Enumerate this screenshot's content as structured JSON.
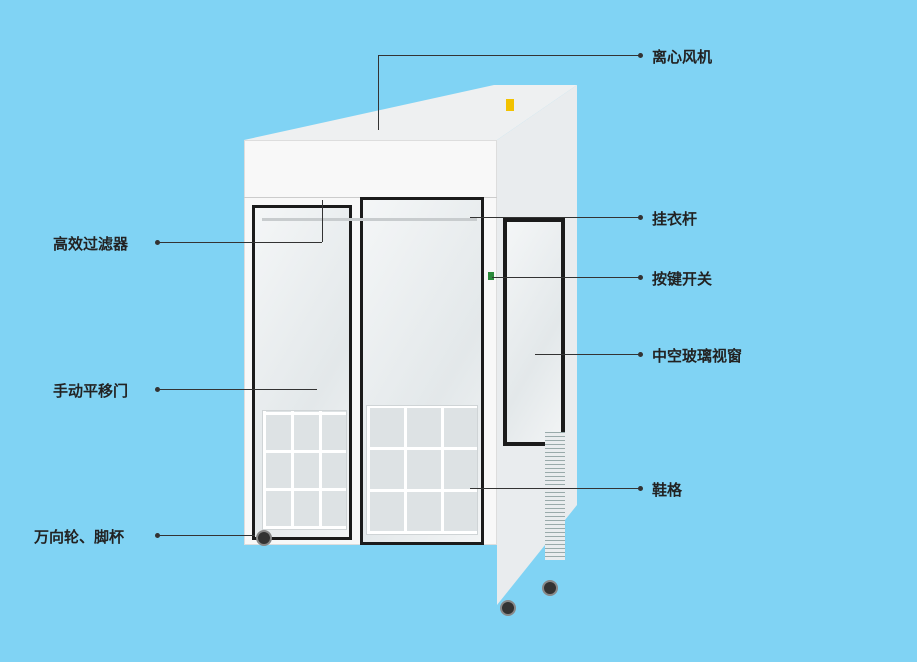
{
  "labels": {
    "fan": "离心风机",
    "hanger_rod": "挂衣杆",
    "button_switch": "按键开关",
    "glass_window": "中空玻璃视窗",
    "shoe_rack": "鞋格",
    "hepa_filter": "高效过滤器",
    "sliding_door": "手动平移门",
    "casters": "万向轮、脚杯"
  },
  "colors": {
    "background": "#80d3f4",
    "cabinet": "#f7f7f7",
    "frame": "#1b1b1b"
  }
}
